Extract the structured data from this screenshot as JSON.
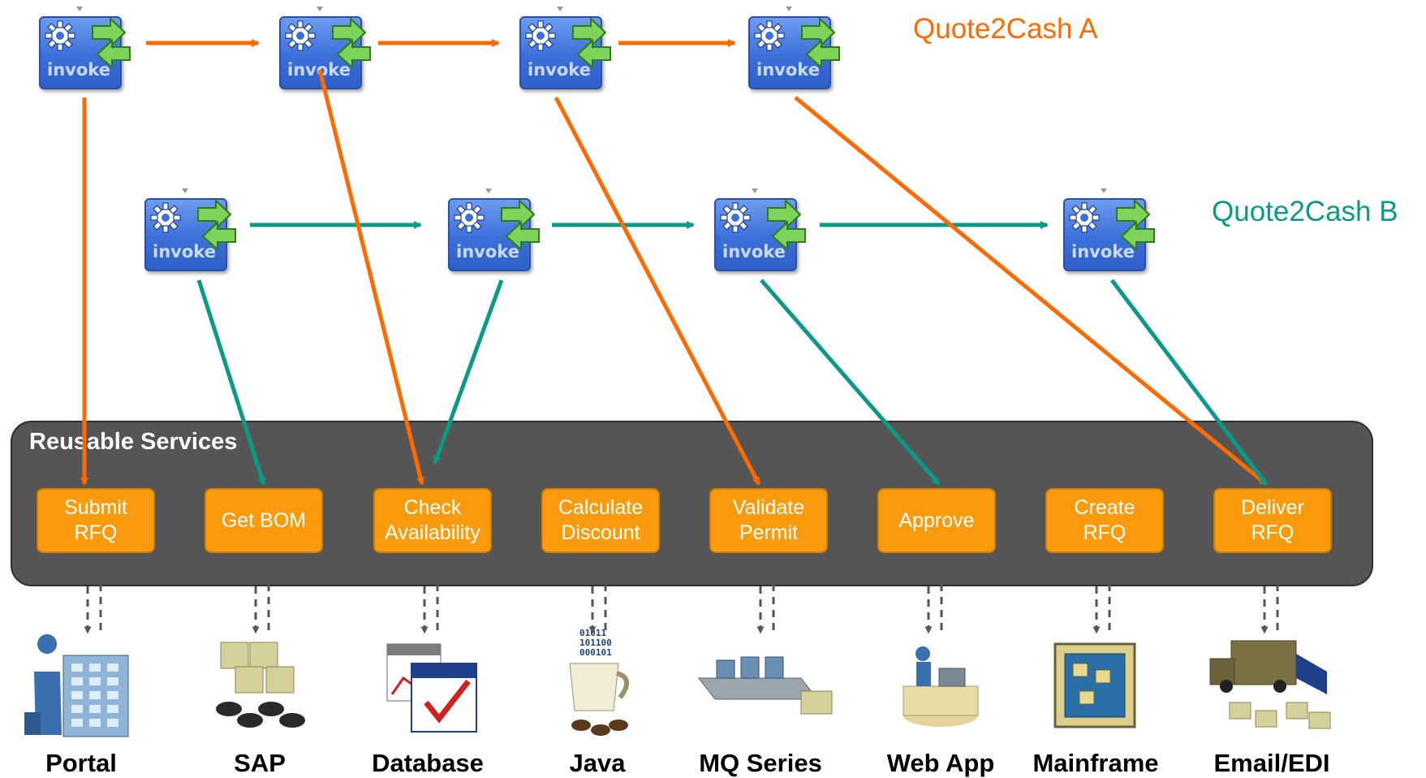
{
  "flows": {
    "a": {
      "label": "Quote2Cash A",
      "color": "#ff6a00"
    },
    "b": {
      "label": "Quote2Cash B",
      "color": "#0b9a87"
    }
  },
  "invoke_label": "invoke",
  "services_title": "Reusable Services",
  "services": [
    "Submit\nRFQ",
    "Get BOM",
    "Check\nAvailability",
    "Calculate\nDiscount",
    "Validate\nPermit",
    "Approve",
    "Create\nRFQ",
    "Deliver\nRFQ"
  ],
  "systems": [
    {
      "label": "Portal",
      "icon": "building-person-icon"
    },
    {
      "label": "SAP",
      "icon": "boxes-on-wheels-icon"
    },
    {
      "label": "Database",
      "icon": "calendar-database-icon"
    },
    {
      "label": "Java",
      "icon": "coffee-cup-icon"
    },
    {
      "label": "MQ Series",
      "icon": "conveyor-belt-icon"
    },
    {
      "label": "Web App",
      "icon": "desk-operator-icon"
    },
    {
      "label": "Mainframe",
      "icon": "mainframe-panel-icon"
    },
    {
      "label": "Email/EDI",
      "icon": "delivery-truck-icon"
    }
  ],
  "colors": {
    "service_fill": "#f99b0c",
    "panel": "#555555",
    "invoke_blue": "#3b6fd9",
    "connector": "#555555"
  }
}
